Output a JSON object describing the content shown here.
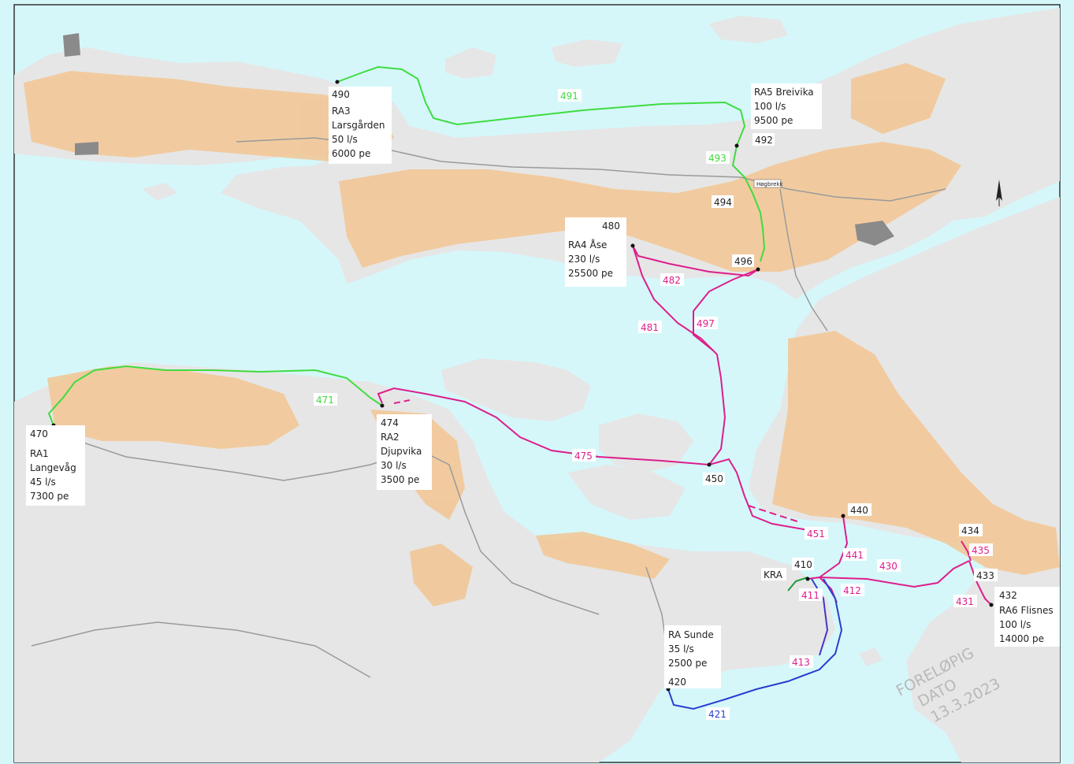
{
  "colors": {
    "sea": "#d5f7fa",
    "land": "#e6e6e6",
    "urban": "#f2c692",
    "green_line": "#3fdc3f",
    "magenta_line": "#dd1e8c",
    "blue_line": "#2a3fcf",
    "stamp": "#b8b8b8"
  },
  "stations": [
    {
      "id": "ra3",
      "lines": [
        "490",
        "RA3",
        "Larsgården",
        "50 l/s",
        "6000 pe"
      ]
    },
    {
      "id": "ra5",
      "lines": [
        "RA5 Breivika",
        "100 l/s",
        "9500 pe"
      ]
    },
    {
      "id": "ra4",
      "lines": [
        "480",
        "RA4 Åse",
        "230 l/s",
        "25500 pe"
      ]
    },
    {
      "id": "ra1",
      "lines": [
        "470",
        "RA1",
        "Langevåg",
        "45 l/s",
        "7300 pe"
      ]
    },
    {
      "id": "ra2",
      "lines": [
        "474",
        "RA2",
        "Djupvika",
        "30 l/s",
        "3500 pe"
      ]
    },
    {
      "id": "rasunde",
      "lines": [
        "RA Sunde",
        "35 l/s",
        "2500 pe",
        "420"
      ]
    },
    {
      "id": "ra6",
      "lines": [
        "432",
        "RA6 Flisnes",
        "100 l/s",
        "14000 pe"
      ]
    }
  ],
  "point_labels": {
    "p492": "492",
    "p494": "494",
    "p496": "496",
    "p450": "450",
    "p440": "440",
    "p434": "434",
    "p433": "433",
    "p410": "410",
    "kra": "KRA",
    "hogbrekk": "Høgbrekk"
  },
  "pipe_labels": {
    "l491": "491",
    "l493": "493",
    "l471": "471",
    "l482": "482",
    "l481": "481",
    "l497": "497",
    "l475": "475",
    "l451": "451",
    "l441": "441",
    "l430": "430",
    "l435": "435",
    "l412": "412",
    "l411": "411",
    "l431": "431",
    "l413": "413",
    "l421": "421"
  },
  "stamp": {
    "line1": "FORELØPIG",
    "line2": "DATO",
    "line3": "13.3.2023"
  }
}
